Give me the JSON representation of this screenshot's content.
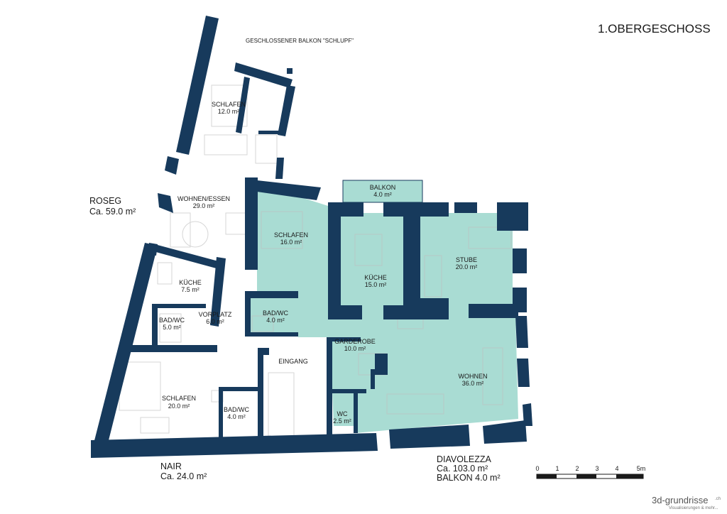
{
  "title": "1.OBERGESCHOSS",
  "balcony_note": "GESCHLOSSENER BALKON \"SCHLUPF\"",
  "rooms": [
    {
      "name": "SCHLAFEN",
      "area": "12.0 m²"
    },
    {
      "name": "WOHNEN/ESSEN",
      "area": "29.0 m²"
    },
    {
      "name": "KÜCHE",
      "area": "7.5 m²"
    },
    {
      "name": "BAD/WC",
      "area": "5.0 m²"
    },
    {
      "name": "VORPLATZ",
      "area": "6.0 m²"
    },
    {
      "name": "SCHLAFEN",
      "area": "20.0 m²"
    },
    {
      "name": "BAD/WC",
      "area": "4.0 m²"
    },
    {
      "name": "EINGANG",
      "area": ""
    },
    {
      "name": "BALKON",
      "area": "4.0 m²"
    },
    {
      "name": "SCHLAFEN",
      "area": "16.0 m²"
    },
    {
      "name": "KÜCHE",
      "area": "15.0 m²"
    },
    {
      "name": "STUBE",
      "area": "20.0 m²"
    },
    {
      "name": "BAD/WC",
      "area": "4.0 m²"
    },
    {
      "name": "GARDEROBE",
      "area": "10.0 m²"
    },
    {
      "name": "WOHNEN",
      "area": "36.0 m²"
    },
    {
      "name": "WC",
      "area": "2.5 m²"
    }
  ],
  "units": [
    {
      "name": "ROSEG",
      "area": "Ca. 59.0 m²"
    },
    {
      "name": "NAIR",
      "area": "Ca. 24.0 m²"
    },
    {
      "name": "DIAVOLEZZA",
      "area": "Ca. 103.0 m²",
      "extra": "BALKON 4.0 m²"
    }
  ],
  "scale": {
    "labels": [
      "0",
      "1",
      "2",
      "3",
      "4",
      "5m"
    ]
  },
  "logo": {
    "main": "3d-grundrisse",
    "suffix": ".ch",
    "tagline": "Visualisierungen & mehr..."
  },
  "colors": {
    "wall": "#173a5c",
    "highlight": "#a9dcd3"
  }
}
